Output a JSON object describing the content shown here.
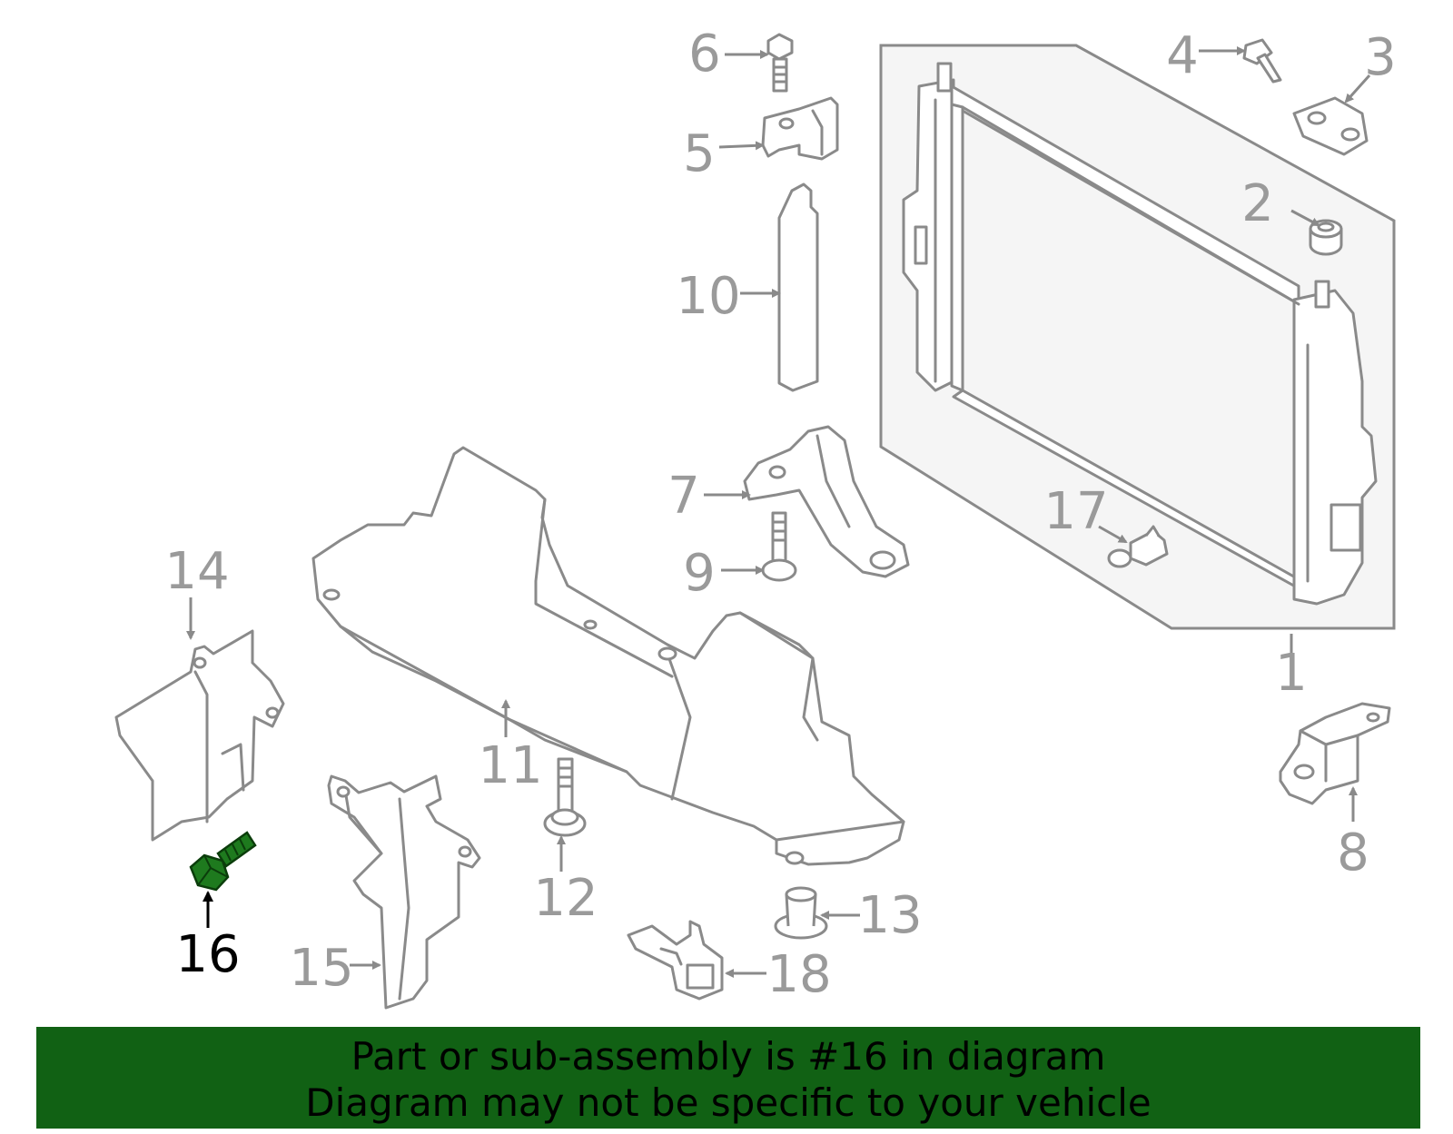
{
  "callouts": {
    "c1": "1",
    "c2": "2",
    "c3": "3",
    "c4": "4",
    "c5": "5",
    "c6": "6",
    "c7": "7",
    "c8": "8",
    "c9": "9",
    "c10": "10",
    "c11": "11",
    "c12": "12",
    "c13": "13",
    "c14": "14",
    "c15": "15",
    "c16": "16",
    "c17": "17",
    "c18": "18"
  },
  "highlighted_part": "16",
  "colors": {
    "banner_background": "#116114",
    "highlight_part": "#1e7a1e",
    "part_outline": "#8a8a8a",
    "callout_text": "#9a9a9a",
    "highlight_callout": "#000000",
    "assembly_fill": "#f5f5f5"
  },
  "banner": {
    "line1": "Part or sub-assembly is #16 in diagram",
    "line2": "Diagram may not be specific to your vehicle"
  }
}
